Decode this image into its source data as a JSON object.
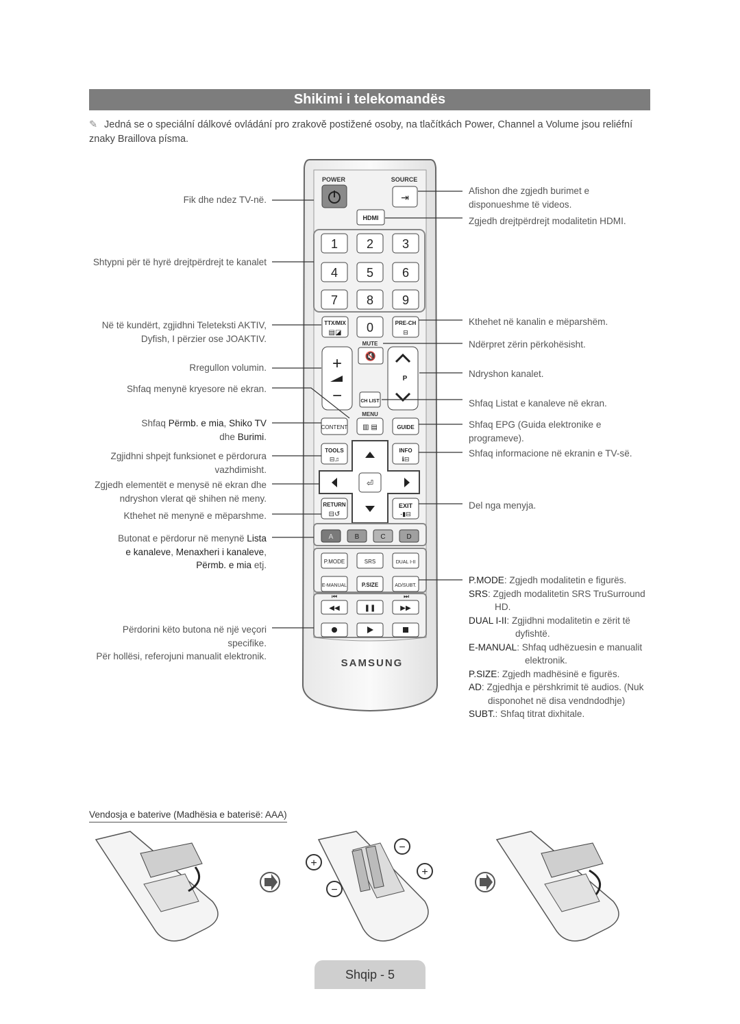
{
  "title": "Shikimi i telekomandës",
  "note": "Jedná se o speciální dálkové ovládání pro zrakově postižené osoby, na tlačítkách Power, Channel a Volume jsou reliéfní znaky Braillova písma.",
  "remote": {
    "power": "POWER",
    "source": "SOURCE",
    "hdmi": "HDMI",
    "digits": [
      "1",
      "2",
      "3",
      "4",
      "5",
      "6",
      "7",
      "8",
      "9",
      "0"
    ],
    "ttx": "TTX/MIX",
    "prech": "PRE-CH",
    "mute": "MUTE",
    "p": "P",
    "chlist": "CH LIST",
    "menu": "MENU",
    "content": "CONTENT",
    "guide": "GUIDE",
    "tools": "TOOLS",
    "info": "INFO",
    "return": "RETURN",
    "exit": "EXIT",
    "a": "A",
    "b": "B",
    "c": "C",
    "d": "D",
    "pmode": "P.MODE",
    "srs": "SRS",
    "dual": "DUAL I-II",
    "emanual": "E-MANUAL",
    "psize": "P.SIZE",
    "adsubt": "AD/SUBT.",
    "brand": "SAMSUNG"
  },
  "left_labels": {
    "power": "Fik dhe ndez TV-në.",
    "numbers": "Shtypni për të hyrë drejtpërdrejt te kanalet",
    "ttx1": "Në të kundërt, zgjidhni Teleteksti AKTIV,",
    "ttx2": "Dyfish, I përzier ose JOAKTIV.",
    "volume": "Rregullon volumin.",
    "menu": "Shfaq menynë kryesore në ekran.",
    "content1a": "Shfaq ",
    "content1b": "Përmb. e mia",
    "content1c": ", ",
    "content1d": "Shiko TV",
    "content2a": "dhe ",
    "content2b": "Burimi",
    "content2c": ".",
    "tools1": "Zgjidhni shpejt funksionet e përdorura",
    "tools2": "vazhdimisht.",
    "nav1": "Zgjedh elementët e menysë në ekran dhe",
    "nav2": "ndryshon vlerat që shihen në meny.",
    "return": "Kthehet në menynë e mëparshme.",
    "color1a": "Butonat e përdorur në menynë ",
    "color1b": "Lista",
    "color2a": "e kanaleve",
    "color2b": ", ",
    "color2c": "Menaxheri i kanaleve",
    "color2d": ",",
    "color3a": "Përmb. e mia",
    "color3b": " etj.",
    "play1": "Përdorini këto butona në një veçori",
    "play2": "specifike.",
    "play3": "Për hollësi, referojuni manualit elektronik."
  },
  "right_labels": {
    "source1": "Afishon dhe zgjedh burimet e",
    "source2": "disponueshme të videos.",
    "hdmi": "Zgjedh drejtpërdrejt modalitetin HDMI.",
    "prech": "Kthehet në kanalin e mëparshëm.",
    "mute": "Ndërpret zërin përkohësisht.",
    "channel": "Ndryshon kanalet.",
    "chlist": "Shfaq Listat e kanaleve në ekran.",
    "guide1": "Shfaq EPG (Guida elektronike e",
    "guide2": "programeve).",
    "info": "Shfaq informacione në ekranin e TV-së.",
    "exit": "Del nga menyja.",
    "pmode_k": "P.MODE",
    "pmode_v": ": Zgjedh modalitetin e figurës.",
    "srs_k": "SRS",
    "srs_v": ": Zgjedh modalitetin SRS TruSurround",
    "srs_v2": "HD.",
    "dual_k": "DUAL I-II",
    "dual_v": ": Zgjidhni modalitetin e zërit të",
    "dual_v2": "dyfishtë.",
    "eman_k": "E-MANUAL",
    "eman_v": ": Shfaq udhëzuesin e manualit",
    "eman_v2": "elektronik.",
    "psize_k": "P.SIZE",
    "psize_v": ": Zgjedh madhësinë e figurës.",
    "ad_k": "AD",
    "ad_v": ": Zgjedhja e përshkrimit të audios. (Nuk",
    "ad_v2": "disponohet në disa vendndodhje)",
    "subt_k": "SUBT.",
    "subt_v": ": Shfaq titrat dixhitale."
  },
  "battery_heading": "Vendosja e baterive (Madhësia e baterisë: AAA)",
  "footer": "Shqip -  5"
}
